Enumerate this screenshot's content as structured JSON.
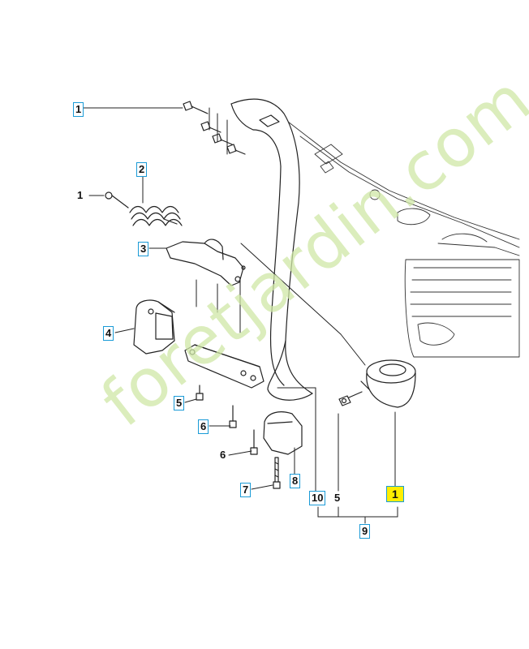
{
  "watermark": "foretjardin.com",
  "colors": {
    "callout_border": "#1a9bd7",
    "highlight": "#ffee00",
    "watermark": "#cfe7a6"
  },
  "callouts": {
    "c1_top": "1",
    "c1_left": "1",
    "c2": "2",
    "c3": "3",
    "c4": "4",
    "c5_left": "5",
    "c5_right": "5",
    "c6_boxed": "6",
    "c6_plain": "6",
    "c7": "7",
    "c8": "8",
    "c9": "9",
    "c10": "10",
    "c1_highlight": "1"
  }
}
